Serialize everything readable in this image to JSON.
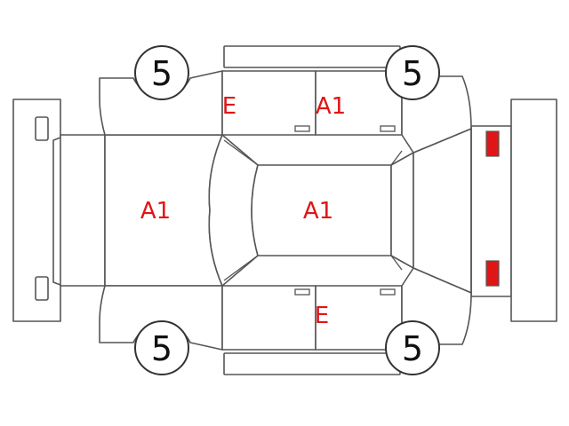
{
  "tires": {
    "front_left": "5",
    "front_right": "5",
    "rear_left": "5",
    "rear_right": "5"
  },
  "damage_marks": {
    "hood": "A1",
    "roof": "A1",
    "rear_door_top": "A1",
    "fender_top": "E",
    "door_bottom": "E"
  },
  "colors": {
    "headlight": "#f3ef0f",
    "taillight": "#e01515",
    "outline": "#555555",
    "mark_text": "#e01515"
  }
}
